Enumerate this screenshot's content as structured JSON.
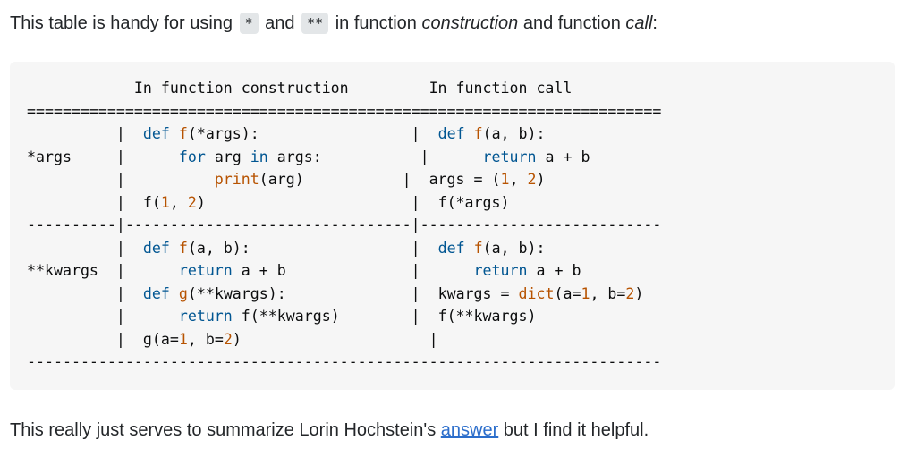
{
  "intro": {
    "before": "This table is handy for using ",
    "code1": "*",
    "mid": " and ",
    "code2": "**",
    "after1": " in function ",
    "em1": "construction",
    "after2": " and function ",
    "em2": "call",
    "after3": ":"
  },
  "code_block": {
    "lines": [
      [
        {
          "t": "            In function construction         In function call"
        }
      ],
      [
        {
          "t": "======================================================================="
        }
      ],
      [
        {
          "t": "          |  "
        },
        {
          "t": "def",
          "c": "kw"
        },
        {
          "t": " "
        },
        {
          "t": "f",
          "c": "fn"
        },
        {
          "t": "(*args):                 |  "
        },
        {
          "t": "def",
          "c": "kw"
        },
        {
          "t": " "
        },
        {
          "t": "f",
          "c": "fn"
        },
        {
          "t": "(a, b):"
        }
      ],
      [
        {
          "t": "*args     |      "
        },
        {
          "t": "for",
          "c": "kw"
        },
        {
          "t": " arg "
        },
        {
          "t": "in",
          "c": "kw"
        },
        {
          "t": " args:           |      "
        },
        {
          "t": "return",
          "c": "kw"
        },
        {
          "t": " a + b"
        }
      ],
      [
        {
          "t": "          |          "
        },
        {
          "t": "print",
          "c": "fn"
        },
        {
          "t": "(arg)           |  args = ("
        },
        {
          "t": "1",
          "c": "num"
        },
        {
          "t": ", "
        },
        {
          "t": "2",
          "c": "num"
        },
        {
          "t": ")"
        }
      ],
      [
        {
          "t": "          |  f("
        },
        {
          "t": "1",
          "c": "num"
        },
        {
          "t": ", "
        },
        {
          "t": "2",
          "c": "num"
        },
        {
          "t": ")                       |  f(*args)"
        }
      ],
      [
        {
          "t": "----------|--------------------------------|---------------------------"
        }
      ],
      [
        {
          "t": "          |  "
        },
        {
          "t": "def",
          "c": "kw"
        },
        {
          "t": " "
        },
        {
          "t": "f",
          "c": "fn"
        },
        {
          "t": "(a, b):                  |  "
        },
        {
          "t": "def",
          "c": "kw"
        },
        {
          "t": " "
        },
        {
          "t": "f",
          "c": "fn"
        },
        {
          "t": "(a, b):"
        }
      ],
      [
        {
          "t": "**kwargs  |      "
        },
        {
          "t": "return",
          "c": "kw"
        },
        {
          "t": " a + b              |      "
        },
        {
          "t": "return",
          "c": "kw"
        },
        {
          "t": " a + b"
        }
      ],
      [
        {
          "t": "          |  "
        },
        {
          "t": "def",
          "c": "kw"
        },
        {
          "t": " "
        },
        {
          "t": "g",
          "c": "fn"
        },
        {
          "t": "(**kwargs):              |  kwargs = "
        },
        {
          "t": "dict",
          "c": "fn"
        },
        {
          "t": "(a="
        },
        {
          "t": "1",
          "c": "num"
        },
        {
          "t": ", b="
        },
        {
          "t": "2",
          "c": "num"
        },
        {
          "t": ")"
        }
      ],
      [
        {
          "t": "          |      "
        },
        {
          "t": "return",
          "c": "kw"
        },
        {
          "t": " f(**kwargs)        |  f(**kwargs)"
        }
      ],
      [
        {
          "t": "          |  g(a="
        },
        {
          "t": "1",
          "c": "num"
        },
        {
          "t": ", b="
        },
        {
          "t": "2",
          "c": "num"
        },
        {
          "t": ")                     |"
        }
      ],
      [
        {
          "t": "-----------------------------------------------------------------------"
        }
      ]
    ]
  },
  "outro": {
    "before": "This really just serves to summarize Lorin Hochstein's ",
    "link": "answer",
    "after": " but I find it helpful."
  },
  "colors": {
    "keyword": "#015692",
    "function_or_number": "#b75301",
    "link": "#2c6ecb",
    "code_background": "#f6f6f6"
  }
}
